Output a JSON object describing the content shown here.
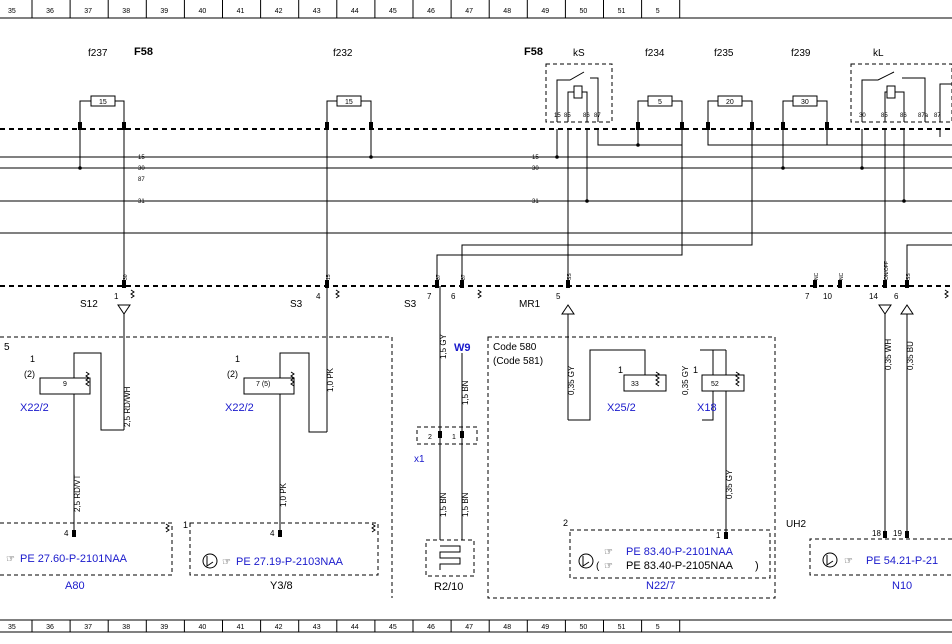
{
  "ruler": {
    "numbers": [
      "35",
      "36",
      "37",
      "38",
      "39",
      "40",
      "41",
      "42",
      "43",
      "44",
      "45",
      "46",
      "47",
      "48",
      "49",
      "50",
      "51",
      "5"
    ]
  },
  "fuses": {
    "f237": {
      "name": "f237",
      "value": "15"
    },
    "f232": {
      "name": "f232",
      "value": "15"
    },
    "f234": {
      "name": "f234",
      "value": "5"
    },
    "f235": {
      "name": "f235",
      "value": "20"
    },
    "f239": {
      "name": "f239",
      "value": "30"
    }
  },
  "group_labels": {
    "f58_left": "F58",
    "f58_right": "F58"
  },
  "relays": {
    "kS": {
      "name": "kS",
      "pins": [
        "15",
        "85",
        "86",
        "87"
      ]
    },
    "kL": {
      "name": "kL",
      "pins": [
        "30",
        "85",
        "86",
        "87a",
        "87"
      ]
    }
  },
  "bus_labels": {
    "l15": "15",
    "l30": "30",
    "l87": "87",
    "l31": "31",
    "r15": "15",
    "r30": "30",
    "r31": "31"
  },
  "connector_labels": {
    "c1": "30",
    "c2": "15",
    "c3": "87",
    "c4": "87",
    "c5": "SS",
    "c6": "NC",
    "c7": "NC",
    "c8": "ON/OFF",
    "c9": "SS"
  },
  "sockets": {
    "s12": "S12",
    "s12_pin": "1",
    "s3a": "S3",
    "s3a_pin": "4",
    "s3b": "S3",
    "s3b_pin1": "7",
    "s3b_pin2": "6",
    "mr1": "MR1",
    "mr1_pin": "5",
    "pin7": "7",
    "pin10": "10",
    "pin14": "14",
    "pin6": "6"
  },
  "wires": {
    "w1": "2,5 RD/WH",
    "w2": "2,5 RD/VT",
    "w3": "1,0 PK",
    "w4": "1,0 PK",
    "w5": "1,5 GY",
    "w6": "1,5 BN",
    "w7": "1,5 BN",
    "w8": "1,5 BN",
    "w9": "0,35 GY",
    "w10": "0,35 GY",
    "w11": "0,35 GY",
    "w12": "0,35 WH",
    "w13": "0,35 BU"
  },
  "components": {
    "x22_2a": {
      "name": "X22/2",
      "pin": "9",
      "num": "1",
      "paren": "(2)"
    },
    "x22_2b": {
      "name": "X22/2",
      "pin": "7 (5)",
      "num": "1",
      "paren": "(2)"
    },
    "x25_2": {
      "name": "X25/2",
      "pin": "33",
      "num": "1"
    },
    "x18": {
      "name": "X18",
      "pin": "52",
      "num": "1"
    },
    "w9": {
      "name": "W9"
    },
    "x1": {
      "name": "x1",
      "pin1": "2",
      "pin2": "1"
    },
    "code": {
      "line1": "Code 580",
      "line2": "(Code 581)"
    }
  },
  "modules": {
    "a80": {
      "name": "A80",
      "ref": "PE 27.60-P-2101NAA",
      "pin": "4"
    },
    "y3_8": {
      "name": "Y3/8",
      "ref": "PE 27.19-P-2103NAA",
      "pin": "4",
      "num": "1"
    },
    "r2_10": {
      "name": "R2/10"
    },
    "n22_7": {
      "name": "N22/7",
      "ref1": "PE 83.40-P-2101NAA",
      "ref2": "PE 83.40-P-2105NAA",
      "pin": "1",
      "num": "2"
    },
    "n10": {
      "name": "N10",
      "ref": "PE 54.21-P-21",
      "pin1": "18",
      "pin2": "19",
      "uh": "UH2"
    }
  },
  "symbols": {
    "hand": "☞",
    "paren_open": "(",
    "paren_close": ")",
    "left_mark": "5"
  }
}
